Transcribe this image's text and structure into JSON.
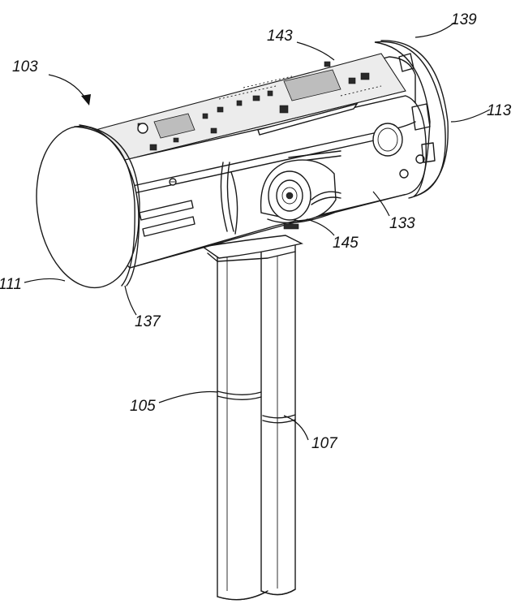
{
  "labels": {
    "l103": "103",
    "l143": "143",
    "l139": "139",
    "l113": "113",
    "l133": "133",
    "l145": "145",
    "l111": "111",
    "l137": "137",
    "l105": "105",
    "l107": "107"
  },
  "colors": {
    "line": "#1a1a1a",
    "background": "#ffffff",
    "shade": "#ececec"
  }
}
